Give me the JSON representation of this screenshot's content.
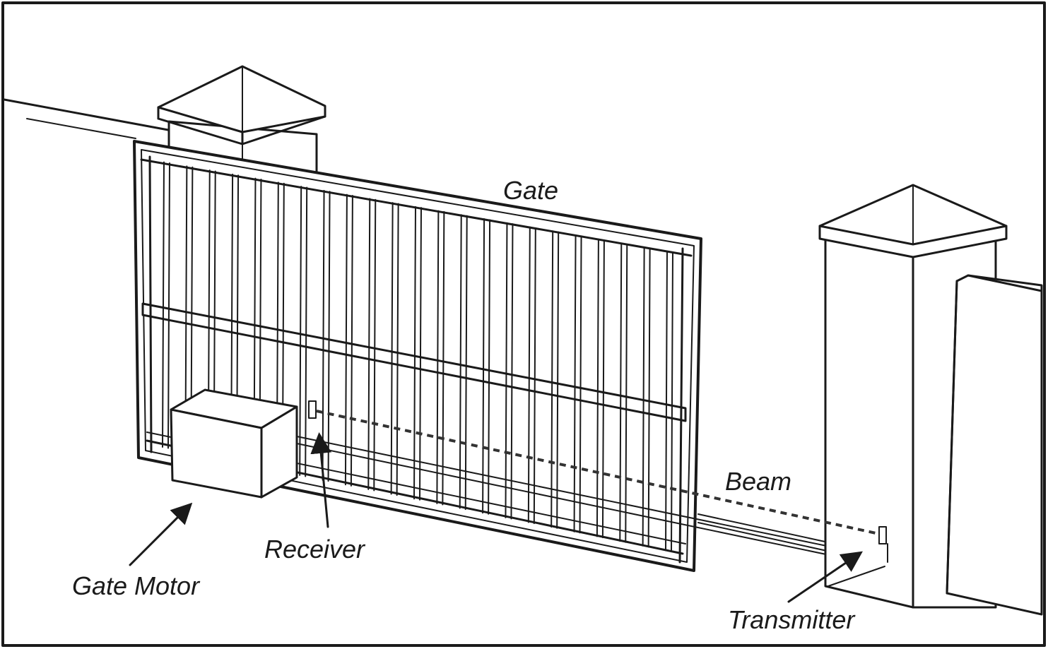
{
  "labels": {
    "gate": "Gate",
    "beam": "Beam",
    "receiver": "Receiver",
    "gate_motor": "Gate Motor",
    "transmitter": "Transmitter"
  },
  "colors": {
    "ink": "#1a1a1a",
    "background": "#ffffff"
  }
}
